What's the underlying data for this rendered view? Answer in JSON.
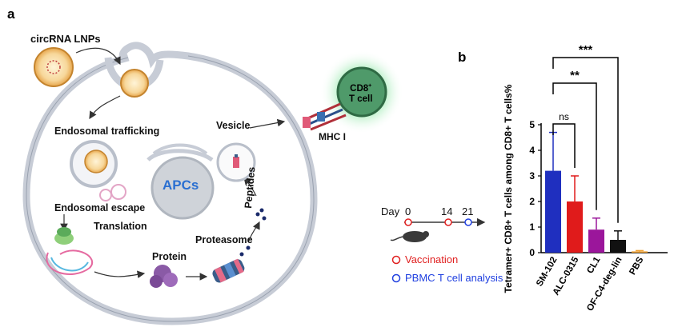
{
  "panel_a": {
    "letter": "a",
    "labels": {
      "lnps": "circRNA LNPs",
      "trafficking": "Endosomal trafficking",
      "escape": "Endosomal escape",
      "translation": "Translation",
      "protein": "Protein",
      "proteasome": "Proteasome",
      "peptides": "Peptides",
      "vesicle": "Vesicle",
      "apcs": "APCs",
      "mhc": "MHC I",
      "tcell_line1": "CD8",
      "tcell_sup": "+",
      "tcell_line2": "T cell"
    },
    "colors": {
      "membrane": "#c7ccd6",
      "apc_text": "#2a6fd1",
      "tcell_glow": "#6fd88c",
      "tcell": "#4f9a6a"
    }
  },
  "timeline": {
    "day_label": "Day",
    "days": [
      "0",
      "14",
      "21"
    ],
    "legend": [
      {
        "label": "Vaccination",
        "color": "#e02020"
      },
      {
        "label": "PBMC T cell analysis",
        "color": "#2040e0"
      }
    ]
  },
  "panel_b": {
    "letter": "b",
    "chart_data": {
      "type": "bar",
      "categories": [
        "SM-102",
        "ALC-0315",
        "CL1",
        "OF-C4-deg-lin",
        "PBS"
      ],
      "values": [
        3.2,
        2.0,
        0.9,
        0.5,
        0.05
      ],
      "errors": [
        1.5,
        1.0,
        0.45,
        0.35,
        0.03
      ],
      "colors": [
        "#1f2fbf",
        "#e01b1b",
        "#9b169b",
        "#111111",
        "#f0a030"
      ],
      "ylabel": "Tetramer+ CD8+ T cells among CD8+ T cells%",
      "ylim": [
        0,
        5
      ],
      "yticks": [
        "0",
        "1",
        "2",
        "3",
        "4",
        "5"
      ],
      "significance": [
        {
          "from": 0,
          "to": 1,
          "label": "ns"
        },
        {
          "from": 0,
          "to": 2,
          "label": "**"
        },
        {
          "from": 0,
          "to": 3,
          "label": "***"
        }
      ]
    }
  }
}
